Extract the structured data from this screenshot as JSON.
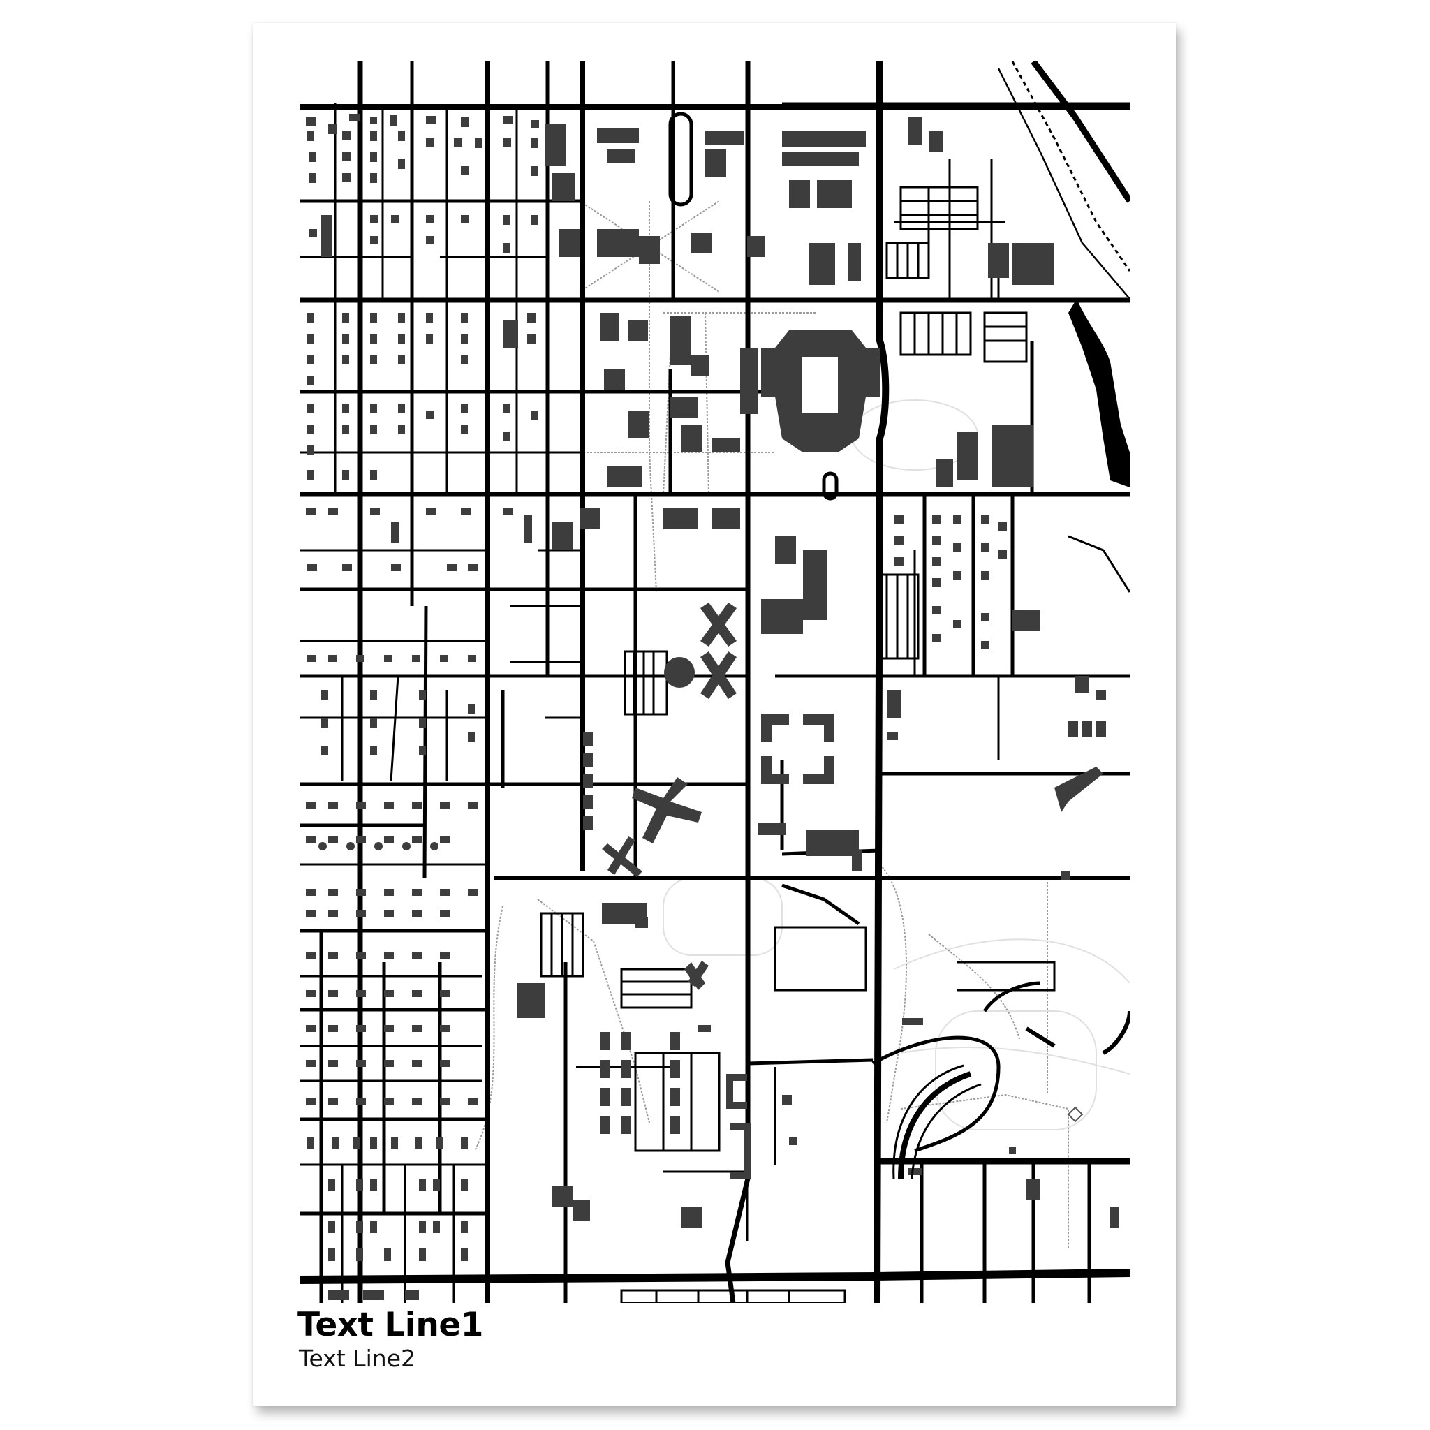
{
  "poster": {
    "title": "Text Line1",
    "subtitle": "Text Line2"
  },
  "map": {
    "style": "black-and-white street map",
    "colors": {
      "background": "#ffffff",
      "roads": "#000000",
      "buildings": "#3d3d3d",
      "paths": "#888888",
      "shadow": "#c8c8c8"
    },
    "features": [
      "street-grid",
      "stadium",
      "campus-buildings",
      "river",
      "railway",
      "curved-parkway"
    ]
  }
}
